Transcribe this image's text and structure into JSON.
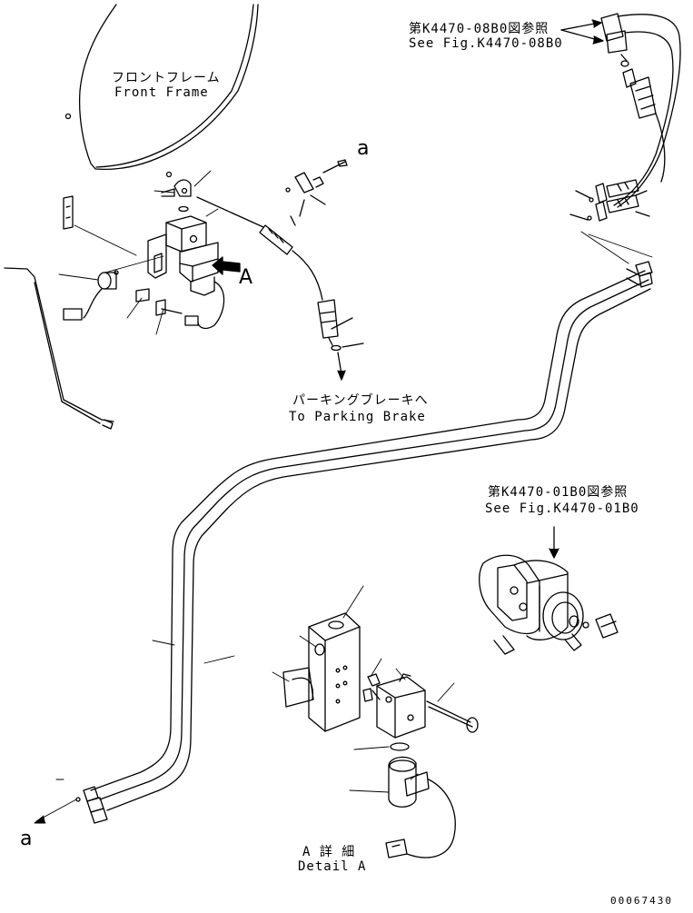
{
  "labels": {
    "front_frame_jp": "フロントフレーム",
    "front_frame_en": "Front Frame",
    "ref_top_jp": "第K4470-08B0図参照",
    "ref_top_en": "See Fig.K4470-08B0",
    "parking_brake_jp": "パーキングブレーキへ",
    "parking_brake_en": "To Parking Brake",
    "ref_mid_jp": "第K4470-01B0図参照",
    "ref_mid_en": "See Fig.K4470-01B0",
    "detail_jp": "A 詳 細",
    "detail_en": "Detail A",
    "letter_a_top": "a",
    "letter_a_bottom": "a",
    "view_a": "A",
    "drawing_no": "00067430"
  }
}
